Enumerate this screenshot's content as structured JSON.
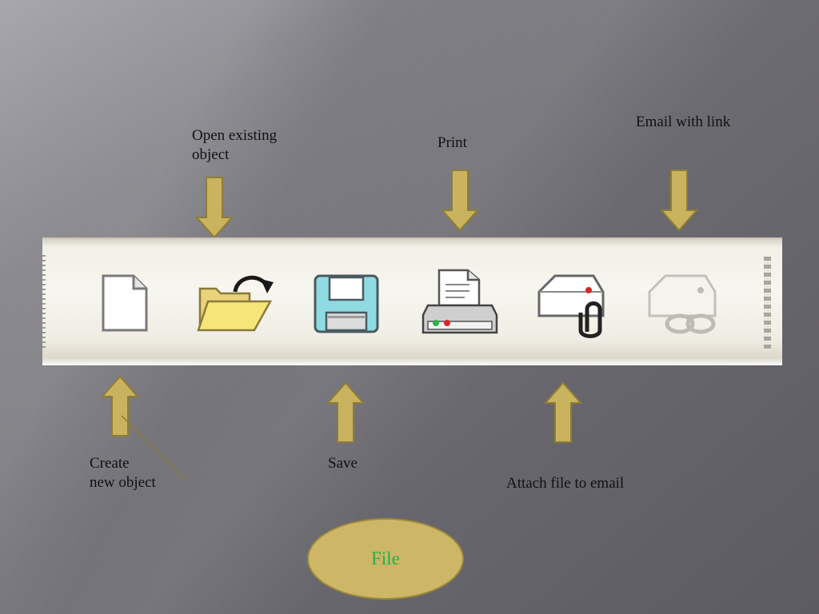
{
  "labels": {
    "open_line1": "Open existing",
    "open_line2": "object",
    "print": "Print",
    "email_link": "Email with link",
    "create_line1": "Create",
    "create_line2": "new object",
    "save": "Save",
    "attach": "Attach file to email",
    "file": "File"
  },
  "icons": [
    "new-document-icon",
    "open-folder-icon",
    "save-disk-icon",
    "printer-icon",
    "email-attach-icon",
    "email-link-icon"
  ],
  "colors": {
    "arrow_fill": "#c9b35f",
    "arrow_stroke": "#8f7d33",
    "oval_fill": "#cdb665",
    "file_text": "#22b04a"
  }
}
